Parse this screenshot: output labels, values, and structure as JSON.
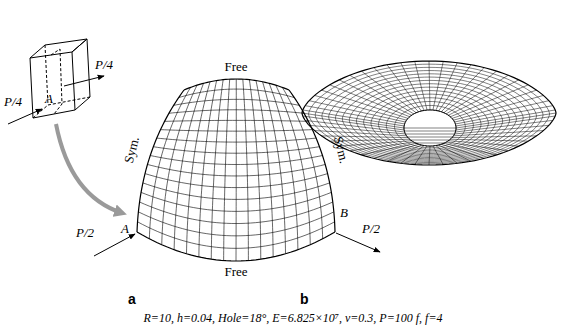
{
  "diagram": {
    "caption": "R=10, h=0.04, Hole=18°, E=6.825×10⁷, ν=0.3, P=100 f, f=4",
    "labels": [
      "P/4",
      "A",
      "P/4",
      "Free",
      "Sym.",
      "Sym.",
      "P/2",
      "A",
      "B",
      "P/2",
      "Free",
      "a",
      "b"
    ]
  }
}
